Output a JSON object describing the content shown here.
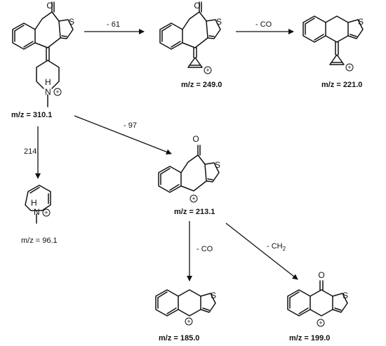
{
  "nodes": {
    "n310": {
      "mz": "m/z = 310.1"
    },
    "n249": {
      "mz": "m/z = 249.0"
    },
    "n221": {
      "mz": "m/z = 221.0"
    },
    "n213": {
      "mz": "m/z = 213.1"
    },
    "n96": {
      "mz": "m/z = 96.1"
    },
    "n185": {
      "mz": "m/z = 185.0"
    },
    "n199": {
      "mz": "m/z = 199.0"
    }
  },
  "edges": {
    "e1": {
      "label": "- 61"
    },
    "e2": {
      "label": "- CO"
    },
    "e3": {
      "label": "- 97"
    },
    "e4": {
      "label": "214"
    },
    "e5": {
      "label": "- CO"
    },
    "e6": {
      "label": "- CH",
      "sub": "2"
    }
  },
  "atoms": {
    "S": "S",
    "O": "O",
    "N": "N",
    "H": "H",
    "plus": "+"
  }
}
